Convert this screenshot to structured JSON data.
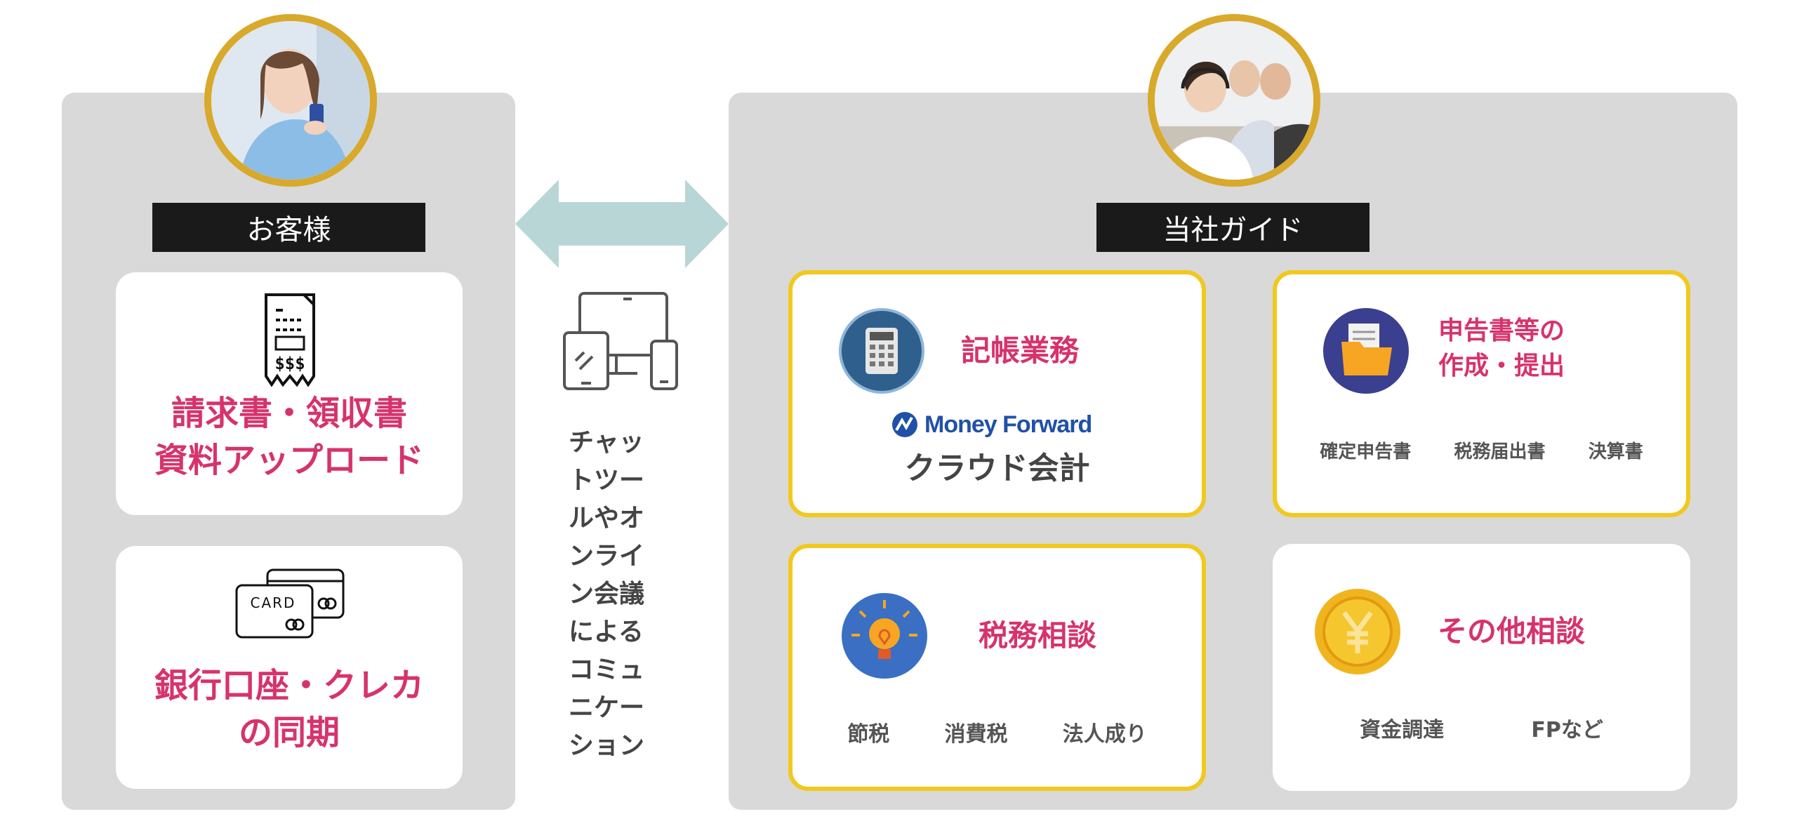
{
  "customer": {
    "label": "お客様",
    "upload": {
      "line1": "請求書・領収書",
      "line2": "資料アップロード"
    },
    "bank": {
      "line1": "銀行口座・クレカ",
      "line2": "の同期",
      "card_text": "CARD"
    }
  },
  "connection": {
    "text": "チャットツールやオンライン会議によるコミュニケーション"
  },
  "guide": {
    "label": "当社ガイド",
    "bookkeeping": {
      "title": "記帳業務",
      "logo": "Money Forward",
      "subtitle": "クラウド会計"
    },
    "filing": {
      "title_line1": "申告書等の",
      "title_line2": "作成・提出",
      "items": [
        "確定申告書",
        "税務届出書",
        "決算書"
      ]
    },
    "tax": {
      "title": "税務相談",
      "items": [
        "節税",
        "消費税",
        "法人成り"
      ]
    },
    "other": {
      "title": "その他相談",
      "items": [
        "資金調達",
        "FPなど"
      ]
    }
  },
  "colors": {
    "accent_pink": "#d6336c",
    "gold": "#f2c81d",
    "panel": "#d9d9d9",
    "arrow": "#b9d6d6"
  }
}
